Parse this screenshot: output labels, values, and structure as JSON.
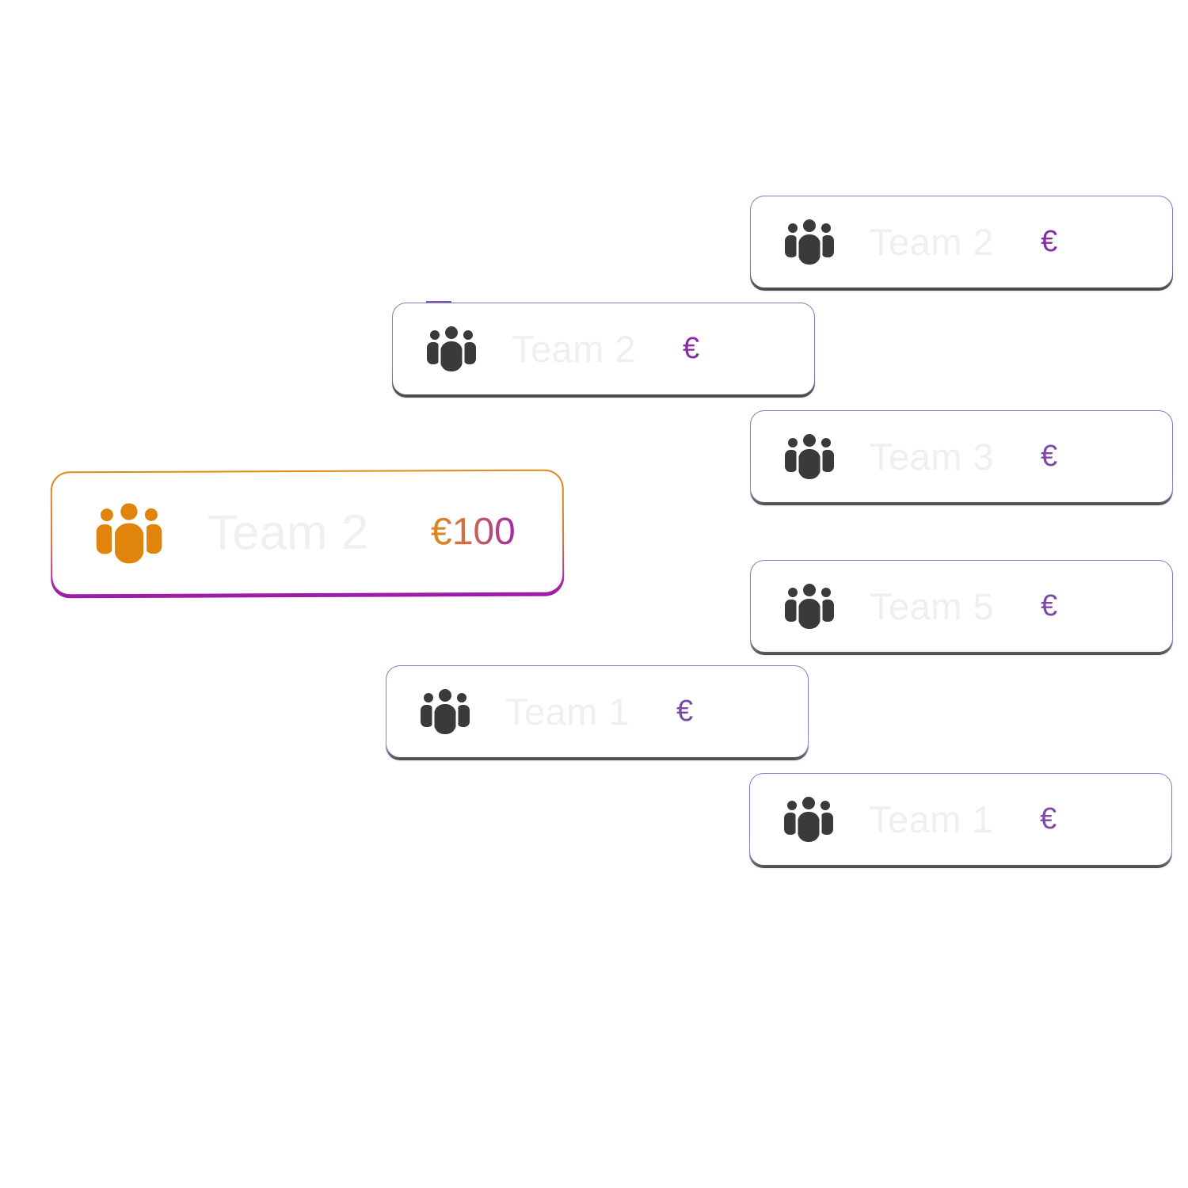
{
  "cards": [
    {
      "team": "Team 2",
      "amount": "€",
      "icon": "team-icon"
    },
    {
      "team": "Team 2",
      "amount": "€",
      "icon": "team-icon"
    },
    {
      "team": "Team 3",
      "amount": "€",
      "icon": "team-icon"
    },
    {
      "team": "Team 5",
      "amount": "€",
      "icon": "team-icon"
    },
    {
      "team": "Team 1",
      "amount": "€",
      "icon": "team-icon"
    },
    {
      "team": "Team 1",
      "amount": "€",
      "icon": "team-icon"
    }
  ],
  "featured": {
    "team": "Team 2",
    "amount": "€100",
    "icon": "team-icon"
  },
  "colors": {
    "icon_dark": "#3a3a3a",
    "icon_featured": "#e0840c",
    "amount_purple": "#8a2aa8",
    "border_purple": "#8c78c0",
    "featured_gradient_start": "#e08a18",
    "featured_gradient_end": "#9d1aa8"
  }
}
